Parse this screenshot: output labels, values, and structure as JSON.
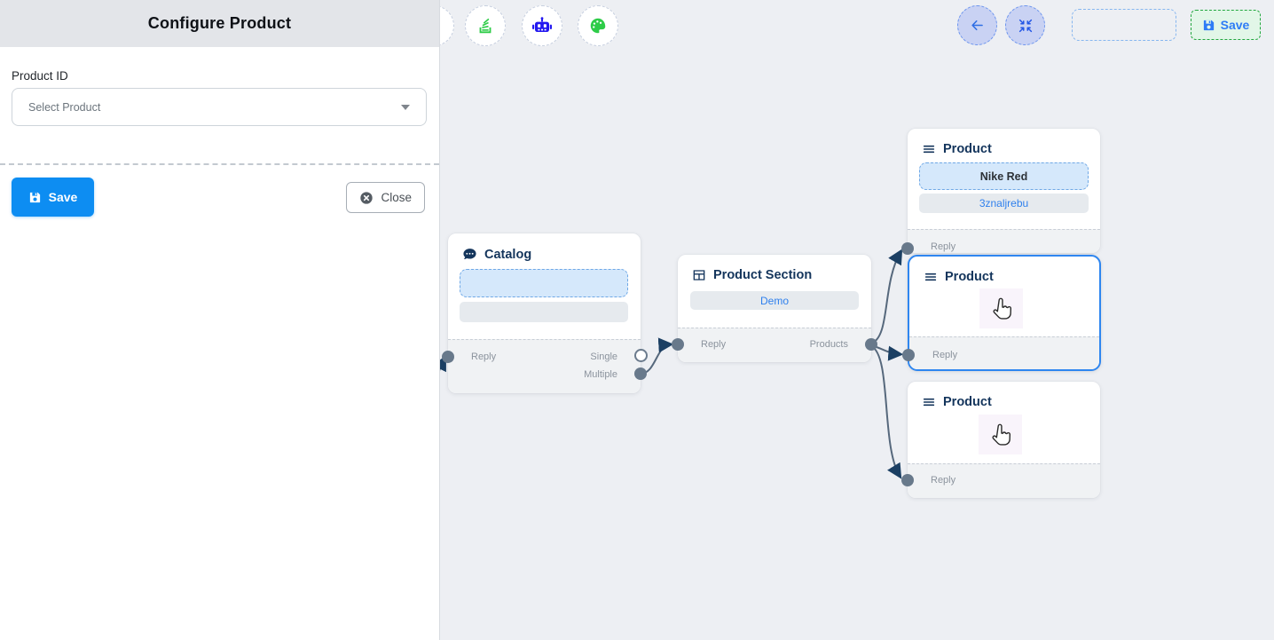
{
  "panel": {
    "title": "Configure Product",
    "product_id_label": "Product ID",
    "select_placeholder": "Select Product",
    "save_label": "Save",
    "close_label": "Close"
  },
  "toolbar": {
    "left_icons": [
      "layers-stack-icon",
      "robot-icon",
      "palette-icon"
    ],
    "save_label": "Save"
  },
  "flow": {
    "catalog": {
      "title": "Catalog",
      "reply_label": "Reply",
      "single_label": "Single",
      "multiple_label": "Multiple"
    },
    "product_section": {
      "title": "Product Section",
      "demo_label": "Demo",
      "reply_label": "Reply",
      "products_label": "Products"
    },
    "product_top": {
      "title": "Product",
      "field1": "Nike Red",
      "field2": "3znaljrebu",
      "reply_label": "Reply"
    },
    "product_middle": {
      "title": "Product",
      "reply_label": "Reply"
    },
    "product_bottom": {
      "title": "Product",
      "reply_label": "Reply"
    }
  },
  "colors": {
    "primary_blue": "#0d8df2",
    "accent_blue": "#2f80ed",
    "selected_node_border": "#2e86f0",
    "green_accent": "#2ecc48",
    "green_border": "#23a73f",
    "canvas_bg": "#edeff3",
    "node_title": "#14355c",
    "edge": "#56687c",
    "arrowhead": "#1b3f63",
    "handle_gray": "#68798b",
    "light_blue_fill": "#d5e8fb",
    "light_green_fill": "#e2f6e8"
  }
}
